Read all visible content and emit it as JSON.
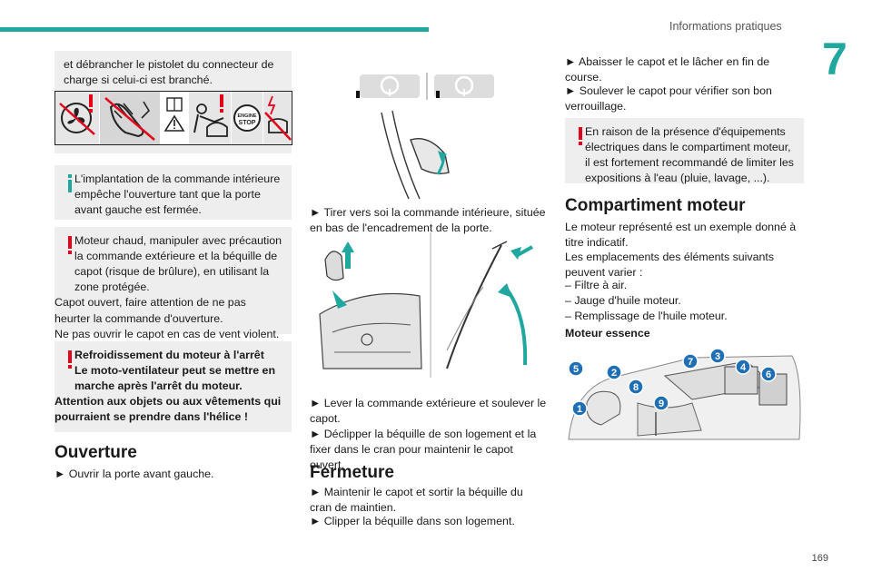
{
  "header": {
    "title": "Informations pratiques",
    "chapter": "7",
    "page": "169"
  },
  "col1": {
    "box_top": "et débrancher le pistolet du connecteur de charge si celui-ci est branché.",
    "engine_stop_icon": {
      "line1": "ENGINE",
      "line2": "STOP"
    },
    "info_box": "L'implantation de la commande intérieure empêche l'ouverture tant que la porte avant gauche est fermée.",
    "warn_box_1": [
      "Moteur chaud, manipuler avec précaution la commande extérieure et la béquille de capot (risque de brûlure), en utilisant la zone protégée.",
      "Capot ouvert, faire attention de ne pas heurter la commande d'ouverture.",
      "Ne pas ouvrir le capot en cas de vent violent."
    ],
    "warn_box_2": [
      "Refroidissement du moteur à l'arrêt",
      "Le moto-ventilateur peut se mettre en marche après l'arrêt du moteur.",
      "Attention aux objets ou aux vêtements qui pourraient se prendre dans l'hélice !"
    ],
    "heading_ouverture": "Ouverture",
    "step_open": "► Ouvrir la porte avant gauche."
  },
  "col2": {
    "step_pull": "► Tirer vers soi la commande intérieure, située en bas de l'encadrement de la porte.",
    "step_lift": "► Lever la commande extérieure et soulever le capot.",
    "step_unclip": "► Déclipper la béquille de son logement et la fixer dans le cran pour maintenir le capot ouvert.",
    "heading_fermeture": "Fermeture",
    "step_hold": "► Maintenir le capot et sortir la béquille du cran de maintien.",
    "step_clip": "► Clipper la béquille dans son logement."
  },
  "col3": {
    "step_lower": "► Abaisser le capot et le lâcher en fin de course.",
    "step_check": "► Soulever le capot pour vérifier son bon verrouillage.",
    "warn_box": "En raison de la présence d'équipements électriques dans le compartiment moteur, il est fortement recommandé de limiter les expositions à l'eau (pluie, lavage, ...).",
    "heading_compartiment": "Compartiment moteur",
    "intro_1": "Le moteur représenté est un exemple donné à titre indicatif.",
    "intro_2": "Les emplacements des éléments suivants peuvent varier :",
    "list": [
      "– Filtre à air.",
      "– Jauge d'huile moteur.",
      "– Remplissage de l'huile moteur."
    ],
    "subheading": "Moteur essence",
    "engine_labels": [
      "1",
      "2",
      "3",
      "4",
      "5",
      "6",
      "7",
      "8",
      "9"
    ]
  },
  "colors": {
    "accent": "#1fa7a0",
    "warning": "#e3001b",
    "info": "#1fa7a0",
    "box": "#eeeeee",
    "label_blue": "#1e6fb5"
  }
}
